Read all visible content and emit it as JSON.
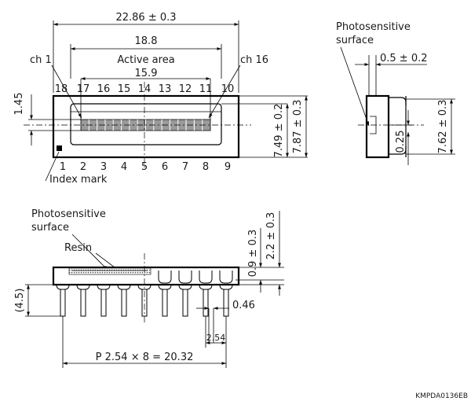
{
  "figure_code": "KMPDA0136EB",
  "top_view": {
    "overall_width": "22.86 ± 0.3",
    "inner_width": "18.8",
    "active_area_label": "Active area",
    "active_area_width": "15.9",
    "ch1_label": "ch 1",
    "ch16_label": "ch 16",
    "dim_1_45": "1.45",
    "height_749": "7.49 ± 0.2",
    "height_787": "7.87 ± 0.3",
    "index_mark_label": "Index mark",
    "top_pins": [
      "18",
      "17",
      "16",
      "15",
      "14",
      "13",
      "12",
      "11",
      "10"
    ],
    "bottom_pins": [
      "1",
      "2",
      "3",
      "4",
      "5",
      "6",
      "7",
      "8",
      "9"
    ]
  },
  "side_view": {
    "photosensitive_label_line1": "Photosensitive",
    "photosensitive_label_line2": "surface",
    "thickness": "0.5 ± 0.2",
    "dim_025": "0.25",
    "height_762": "7.62 ± 0.3"
  },
  "front_view": {
    "photosensitive_label_line1": "Photosensitive",
    "photosensitive_label_line2": "surface",
    "resin_label": "Resin",
    "dim_09": "0.9 ± 0.3",
    "dim_22": "2.2 ± 0.3",
    "lead_length": "(4.5)",
    "lead_width": "0.46",
    "pitch_single": "2.54",
    "pitch_total": "P 2.54 × 8 = 20.32"
  }
}
